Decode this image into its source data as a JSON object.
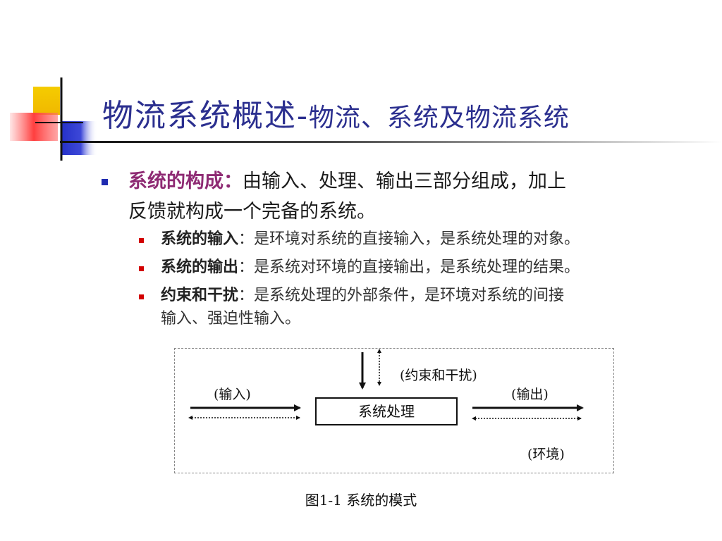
{
  "slide": {
    "title": {
      "main": "物流系统概述-",
      "sub": "物流、系统及物流系统"
    },
    "point": {
      "term": "系统的构成：",
      "line1": "由输入、处理、输出三部分组成，加上",
      "line2": "反馈就构成一个完备的系统。"
    },
    "subpoints": [
      {
        "term": "系统的输入",
        "text": "：是环境对系统的直接输入，是系统处理的对象。"
      },
      {
        "term": "系统的输出",
        "text": "：是系统对环境的直接输出，是系统处理的结果。"
      },
      {
        "term": "约束和干扰",
        "text": "：是系统处理的外部条件，是环境对系统的间接",
        "text2": "输入、强迫性输入。"
      }
    ],
    "diagram": {
      "constraint": "(约束和干扰)",
      "input": "(输入)",
      "output": "(输出)",
      "process": "系统处理",
      "environment": "(环境)"
    },
    "caption": "图1-1 系统的模式"
  },
  "colors": {
    "title": "#2b2f8f",
    "term": "#8e2a73",
    "bullet_main": "#1f2bb0",
    "bullet_sub": "#d20000",
    "deco_yellow": "#f2c400",
    "deco_blue": "#2430c8",
    "deco_red": "#ff4a4a"
  }
}
